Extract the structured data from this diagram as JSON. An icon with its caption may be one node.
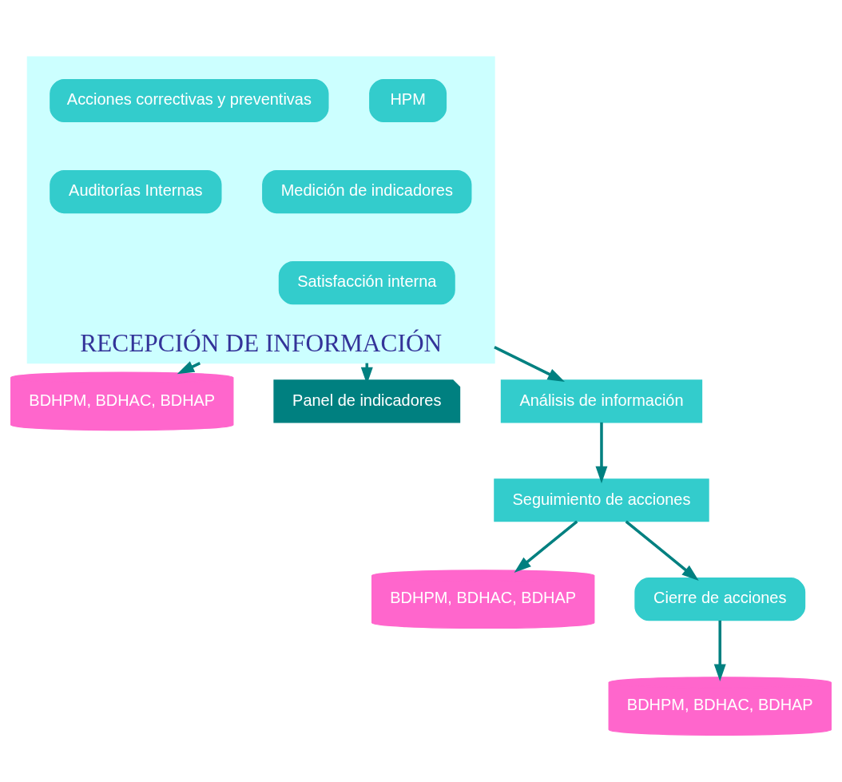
{
  "diagram": {
    "nodes": [
      {
        "text": [
          "RECEPCIÓN DE INFORMACIÓN"
        ]
      },
      {
        "text": [
          "HPM"
        ],
        "in": 0
      },
      {
        "text": [
          "Acciones correctivas y preventivas"
        ],
        "in": 0
      },
      {
        "text": [
          "Medición de indicadores"
        ],
        "in": 0
      },
      {
        "text": [
          "Auditorías Internas"
        ],
        "in": 0
      },
      {
        "text": [
          "Satisfacción interna"
        ],
        "in": 0
      },
      {
        "text": [
          "BDHPM, BDHAC, BDHAP"
        ]
      },
      {
        "text": [
          "Panel de indicadores"
        ]
      },
      {
        "text": [
          "Análisis de información"
        ]
      },
      {
        "text": [
          "Seguimiento de acciones"
        ]
      },
      {
        "text": [
          "BDHPM, BDHAC, BDHAP"
        ]
      },
      {
        "text": [
          "Cierre de acciones"
        ]
      },
      {
        "text": [
          "BDHPM, BDHAC, BDHAP"
        ]
      }
    ],
    "edges": [
      {
        "from": 0,
        "to": 6,
        "arrow": "to"
      },
      {
        "from": 0,
        "to": 7,
        "arrow": "to"
      },
      {
        "from": 0,
        "to": 8,
        "arrow": "to"
      },
      {
        "from": 8,
        "to": 9,
        "arrow": "to"
      },
      {
        "from": 9,
        "to": 10,
        "arrow": "to"
      },
      {
        "from": 9,
        "to": 11,
        "arrow": "to"
      },
      {
        "from": 11,
        "to": 12,
        "arrow": "to"
      }
    ]
  }
}
